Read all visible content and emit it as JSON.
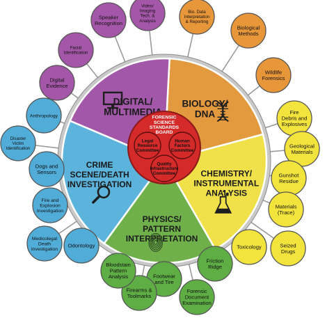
{
  "center": {
    "board_lines": [
      "FORENSIC",
      "SCIENCE",
      "STANDARDS",
      "BOARD"
    ],
    "color": "#d42a2a",
    "committees": [
      {
        "id": "legal",
        "lines": [
          "Legal",
          "Resource",
          "Committee"
        ]
      },
      {
        "id": "human",
        "lines": [
          "Human",
          "Factors",
          "Committee"
        ]
      },
      {
        "id": "quality",
        "lines": [
          "Quality",
          "Infrastructure",
          "Committee"
        ]
      }
    ]
  },
  "segments": [
    {
      "id": "biology",
      "lines": [
        "BIOLOGY/",
        "DNA"
      ],
      "color": "#e39a3e",
      "icon": "dna-icon"
    },
    {
      "id": "chemistry",
      "lines": [
        "CHEMISTRY/",
        "INSTRUMENTAL",
        "ANALYSIS"
      ],
      "color": "#f0e04a",
      "icon": "flask-icon"
    },
    {
      "id": "physics",
      "lines": [
        "PHYSICS/",
        "PATTERN",
        "INTERPRETATION"
      ],
      "color": "#6fb04b",
      "icon": "fingerprint-icon"
    },
    {
      "id": "crime",
      "lines": [
        "CRIME",
        "SCENE/DEATH",
        "INVESTIGATION"
      ],
      "color": "#5cb4dc",
      "icon": "magnifier-icon"
    },
    {
      "id": "digital",
      "lines": [
        "DIGITAL/",
        "MULTIMEDIA"
      ],
      "color": "#a257a8",
      "icon": "monitor-icon"
    }
  ],
  "bubbles": [
    {
      "lines": [
        "Bio. Data",
        "Interpretation",
        "& Reporting"
      ],
      "group": "biology",
      "color": "#e8963a"
    },
    {
      "lines": [
        "Biological",
        "Methods"
      ],
      "group": "biology",
      "color": "#e8963a"
    },
    {
      "lines": [
        "Wildlife",
        "Forensics"
      ],
      "group": "biology",
      "color": "#e8963a"
    },
    {
      "lines": [
        "Fire",
        "Debris and",
        "Explosives"
      ],
      "group": "chemistry",
      "color": "#f2e43c"
    },
    {
      "lines": [
        "Geological",
        "Materials"
      ],
      "group": "chemistry",
      "color": "#f2e43c"
    },
    {
      "lines": [
        "Gunshot",
        "Residue"
      ],
      "group": "chemistry",
      "color": "#f2e43c"
    },
    {
      "lines": [
        "Materials",
        "(Trace)"
      ],
      "group": "chemistry",
      "color": "#f2e43c"
    },
    {
      "lines": [
        "Seized",
        "Drugs"
      ],
      "group": "chemistry",
      "color": "#f2e43c"
    },
    {
      "lines": [
        "Toxicology"
      ],
      "group": "chemistry",
      "color": "#f2e43c"
    },
    {
      "lines": [
        "Friction",
        "Ridge"
      ],
      "group": "physics",
      "color": "#5fae45"
    },
    {
      "lines": [
        "Forensic",
        "Document",
        "Examination"
      ],
      "group": "physics",
      "color": "#5fae45"
    },
    {
      "lines": [
        "Footwear",
        "and Tire"
      ],
      "group": "physics",
      "color": "#5fae45"
    },
    {
      "lines": [
        "Firearms &",
        "Toolmarks"
      ],
      "group": "physics",
      "color": "#5fae45"
    },
    {
      "lines": [
        "Bloodstain",
        "Pattern",
        "Analysis"
      ],
      "group": "physics",
      "color": "#5fae45"
    },
    {
      "lines": [
        "Odontology"
      ],
      "group": "crime",
      "color": "#52acd8"
    },
    {
      "lines": [
        "Medicolegal",
        "Death",
        "Investigation"
      ],
      "group": "crime",
      "color": "#52acd8"
    },
    {
      "lines": [
        "Fire and",
        "Explosion",
        "Investigation"
      ],
      "group": "crime",
      "color": "#52acd8"
    },
    {
      "lines": [
        "Dogs and",
        "Sensors"
      ],
      "group": "crime",
      "color": "#52acd8"
    },
    {
      "lines": [
        "Disaster",
        "Victim",
        "Identification"
      ],
      "group": "crime",
      "color": "#52acd8"
    },
    {
      "lines": [
        "Anthropology"
      ],
      "group": "crime",
      "color": "#52acd8"
    },
    {
      "lines": [
        "Digital",
        "Evidence"
      ],
      "group": "digital",
      "color": "#a456a8"
    },
    {
      "lines": [
        "Facial",
        "Identification"
      ],
      "group": "digital",
      "color": "#a456a8"
    },
    {
      "lines": [
        "Speaker",
        "Recognition"
      ],
      "group": "digital",
      "color": "#a456a8"
    },
    {
      "lines": [
        "Video/",
        "Imaging",
        "Tech. &",
        "Analysis"
      ],
      "group": "digital",
      "color": "#a456a8"
    }
  ]
}
